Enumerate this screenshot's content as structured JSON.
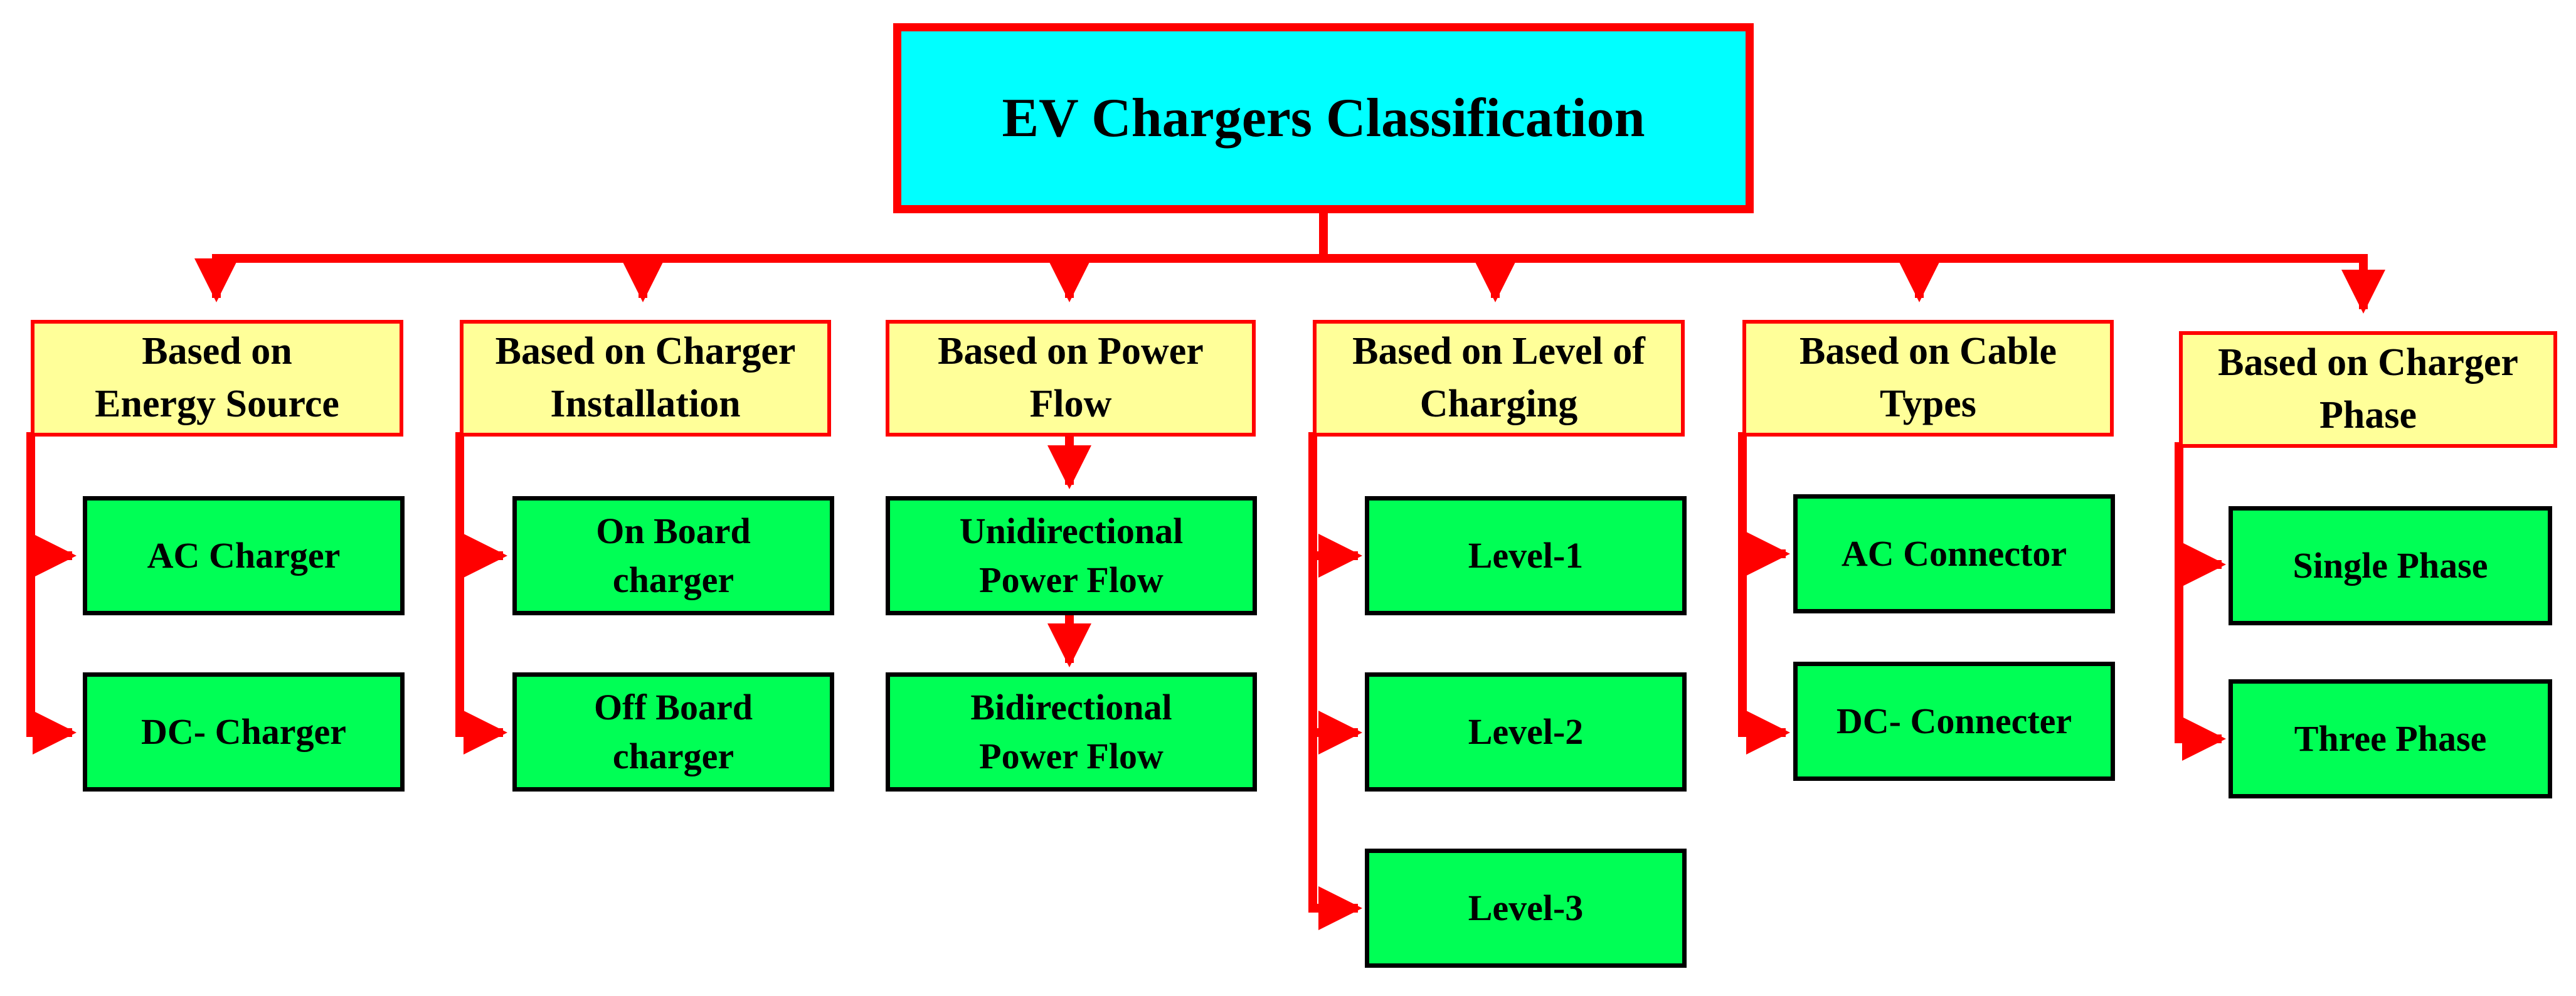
{
  "title": "EV Chargers Classification",
  "colors": {
    "root_fill": "#00ffff",
    "root_border": "#ff0000",
    "category_fill": "#ffff99",
    "category_border": "#ff0000",
    "leaf_fill": "#00ff55",
    "leaf_border": "#000000",
    "connector": "#ff0000"
  },
  "categories": [
    {
      "label": "Based on\nEnergy Source",
      "items": [
        "AC Charger",
        "DC- Charger"
      ]
    },
    {
      "label": "Based on Charger\nInstallation",
      "items": [
        "On Board\ncharger",
        "Off Board\ncharger"
      ]
    },
    {
      "label": "Based on Power\nFlow",
      "items": [
        "Unidirectional\nPower Flow",
        "Bidirectional\nPower Flow"
      ]
    },
    {
      "label": "Based on Level of\nCharging",
      "items": [
        "Level-1",
        "Level-2",
        "Level-3"
      ]
    },
    {
      "label": "Based on Cable\nTypes",
      "items": [
        "AC Connector",
        "DC- Connecter"
      ]
    },
    {
      "label": "Based on Charger\nPhase",
      "items": [
        "Single Phase",
        "Three Phase"
      ]
    }
  ]
}
